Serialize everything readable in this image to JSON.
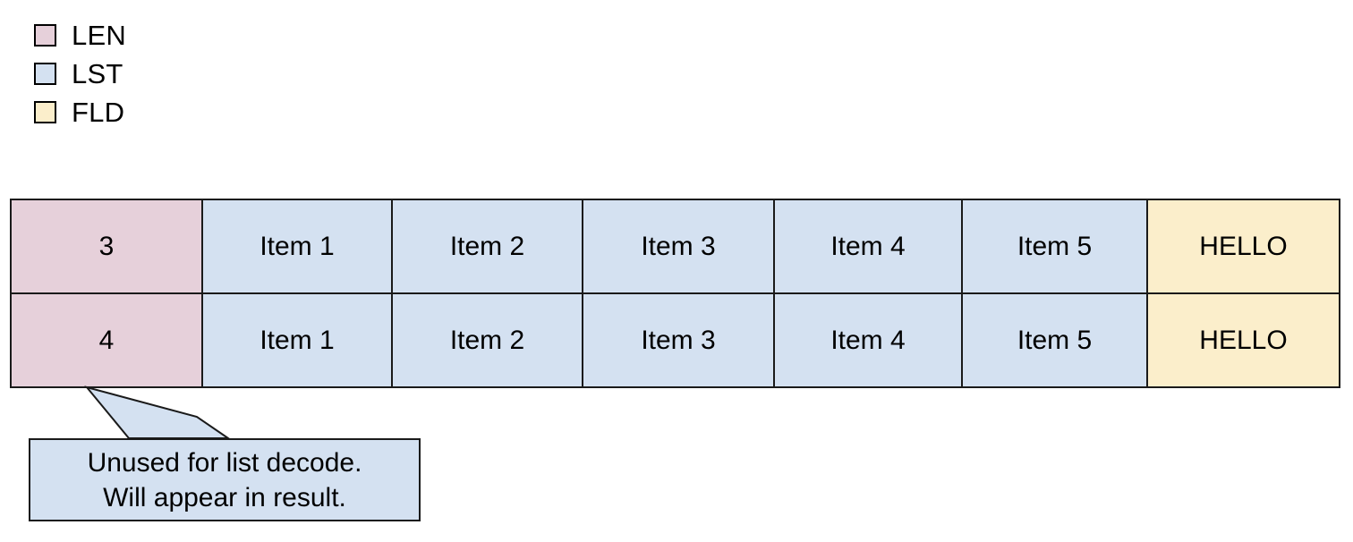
{
  "legend": {
    "items": [
      {
        "label": "LEN",
        "color": "#e6d0da",
        "icon": "swatch-icon"
      },
      {
        "label": "LST",
        "color": "#d4e1f1",
        "icon": "swatch-icon"
      },
      {
        "label": "FLD",
        "color": "#fbeecb",
        "icon": "swatch-icon"
      }
    ]
  },
  "table": {
    "rows": [
      {
        "cells": [
          {
            "text": "3",
            "type": "LEN"
          },
          {
            "text": "Item 1",
            "type": "LST"
          },
          {
            "text": "Item 2",
            "type": "LST"
          },
          {
            "text": "Item 3",
            "type": "LST"
          },
          {
            "text": "Item 4",
            "type": "LST"
          },
          {
            "text": "Item 5",
            "type": "LST"
          },
          {
            "text": "HELLO",
            "type": "FLD"
          }
        ]
      },
      {
        "cells": [
          {
            "text": "4",
            "type": "LEN"
          },
          {
            "text": "Item 1",
            "type": "LST"
          },
          {
            "text": "Item 2",
            "type": "LST"
          },
          {
            "text": "Item 3",
            "type": "LST"
          },
          {
            "text": "Item 4",
            "type": "LST"
          },
          {
            "text": "Item 5",
            "type": "LST"
          },
          {
            "text": "HELLO",
            "type": "FLD"
          }
        ]
      }
    ]
  },
  "callout": {
    "line1": "Unused for list decode.",
    "line2": "Will appear in result.",
    "fill": "#d4e1f1",
    "stroke": "#1a1a1a"
  }
}
